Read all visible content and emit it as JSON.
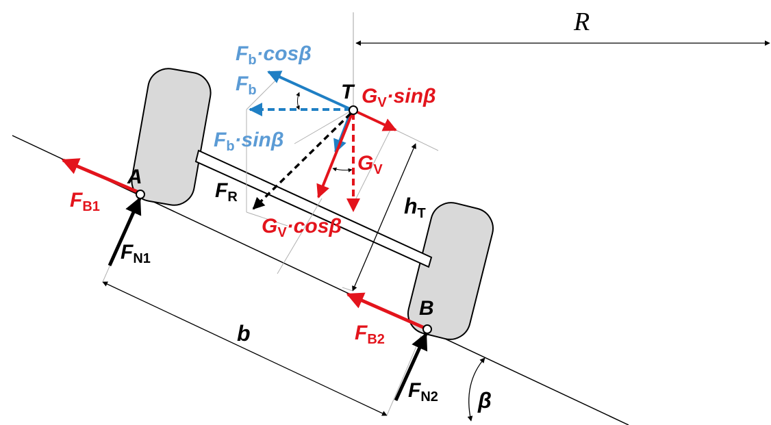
{
  "labels": {
    "R": "R",
    "T": "T",
    "A": "A",
    "B": "B",
    "b": "b",
    "beta": "β",
    "hT": {
      "main": "h",
      "sub": "T"
    },
    "Fb": {
      "main": "F",
      "sub": "b"
    },
    "Fb_cos": {
      "main": "F",
      "sub": "b",
      "rest": "·cosβ"
    },
    "Fb_sin": {
      "main": "F",
      "sub": "b",
      "rest": "·sinβ"
    },
    "Gv_sin": {
      "main": "G",
      "sub": "V",
      "rest": "·sinβ"
    },
    "Gv": {
      "main": "G",
      "sub": "V"
    },
    "Gv_cos": {
      "main": "G",
      "sub": "V",
      "rest": "·cosβ"
    },
    "FR": {
      "main": "F",
      "sub": "R"
    },
    "FB1": {
      "main": "F",
      "sub": "B1"
    },
    "FB2": {
      "main": "F",
      "sub": "B2"
    },
    "FN1": {
      "main": "F",
      "sub": "N1"
    },
    "FN2": {
      "main": "F",
      "sub": "N2"
    }
  },
  "colors": {
    "red": "#e3141c",
    "blue": "#1f7fc4",
    "lightblue": "#5b9bd5",
    "black": "#000000",
    "gray": "#b0b0b0",
    "wheel": "#d9d9d9"
  }
}
